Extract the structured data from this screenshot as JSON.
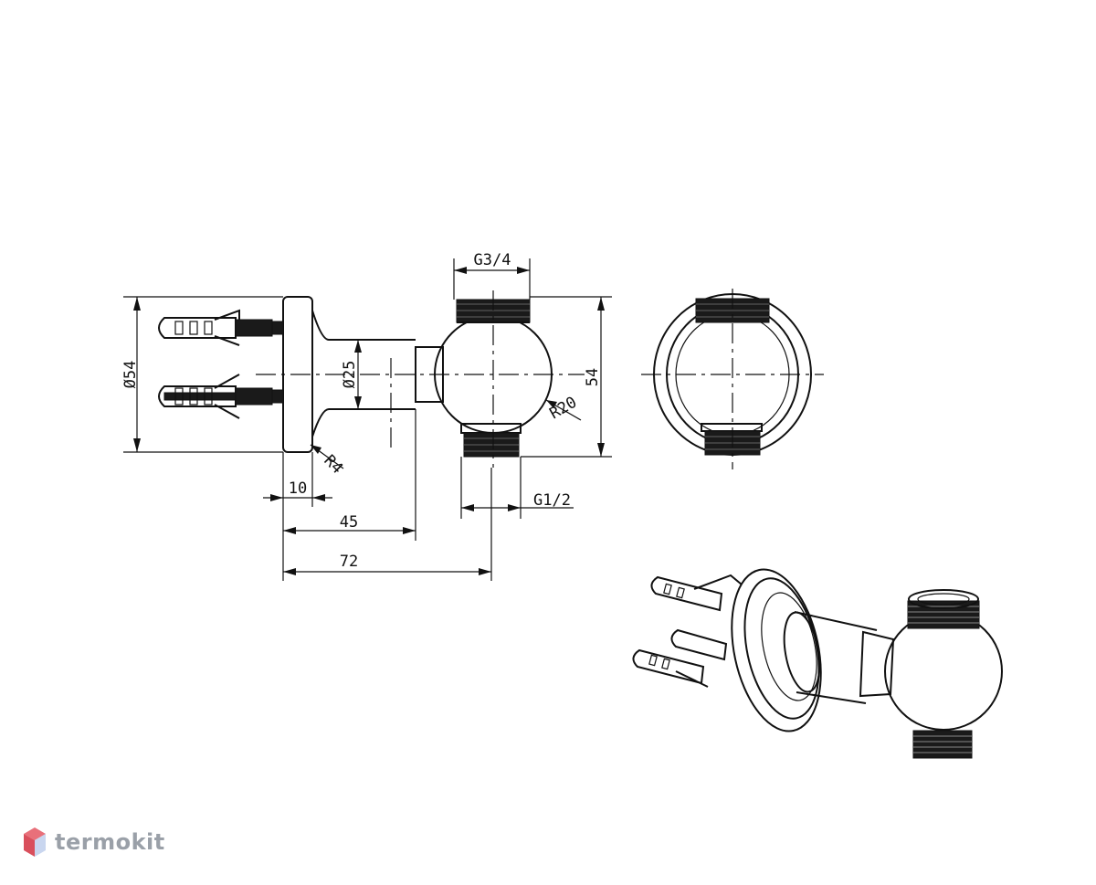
{
  "dimensions": {
    "outer_diameter": "Ø54",
    "neck_diameter": "Ø25",
    "height": "54",
    "thread_top": "G3/4",
    "thread_bottom": "G1/2",
    "radius_ball": "R20",
    "radius_flange": "R4",
    "flange_thickness": "10",
    "length_mid": "45",
    "length_total": "72"
  },
  "watermark": {
    "brand": "termokit",
    "colors": {
      "top": "#e8707a",
      "left": "#d94f5c",
      "right": "#c9d6ef"
    }
  }
}
